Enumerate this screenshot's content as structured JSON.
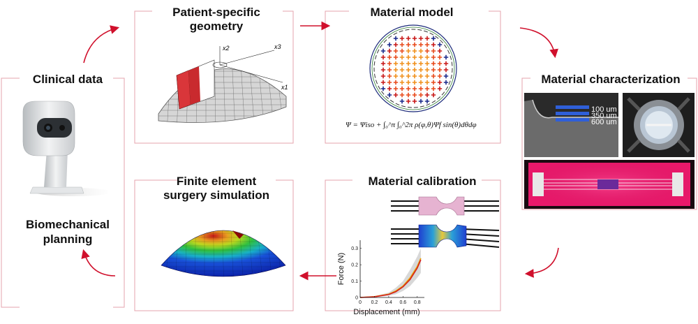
{
  "stages": {
    "clinical": {
      "title": "Clinical data"
    },
    "planning": {
      "title_line1": "Biomechanical",
      "title_line2": "planning"
    },
    "geometry": {
      "title_line1": "Patient-specific",
      "title_line2": "geometry",
      "axis_labels": {
        "x1": "x1",
        "x2": "x2",
        "x3": "x3"
      }
    },
    "model": {
      "title": "Material model",
      "equation": "Ψ = Ψiso + ∫₀^π ∫₀^2π ρ(φ,θ)Ψf sin(θ)dθdφ"
    },
    "characterization": {
      "title": "Material characterization",
      "scale_labels": [
        "100 um",
        "350 um",
        "600 um"
      ]
    },
    "calibration": {
      "title": "Material calibration"
    },
    "simulation": {
      "title_line1": "Finite element",
      "title_line2": "surgery simulation"
    }
  },
  "colors": {
    "accent": "#d0102c",
    "frame": "#e6a3ad"
  },
  "chart_data": {
    "type": "line",
    "xlabel": "Displacement (mm)",
    "ylabel": "Force (N)",
    "xlim": [
      0,
      0.9
    ],
    "ylim": [
      0,
      0.35
    ],
    "xticks": [
      "0",
      "0.2",
      "0.4",
      "0.6",
      "0.8"
    ],
    "yticks": [
      "0",
      "0.1",
      "0.2",
      "0.3"
    ],
    "series": [
      {
        "color": "#e8a300",
        "x": [
          0,
          0.2,
          0.4,
          0.5,
          0.6,
          0.7,
          0.8,
          0.85
        ],
        "y": [
          0,
          0.005,
          0.02,
          0.04,
          0.07,
          0.12,
          0.19,
          0.24
        ]
      },
      {
        "color": "#d42020",
        "x": [
          0,
          0.2,
          0.4,
          0.5,
          0.6,
          0.7,
          0.8,
          0.85
        ],
        "y": [
          0,
          0.004,
          0.018,
          0.035,
          0.065,
          0.11,
          0.18,
          0.23
        ]
      }
    ],
    "band": {
      "x": [
        0,
        0.2,
        0.4,
        0.5,
        0.6,
        0.7,
        0.8,
        0.85
      ],
      "low": [
        0,
        0.002,
        0.01,
        0.02,
        0.04,
        0.07,
        0.12,
        0.15
      ],
      "high": [
        0,
        0.008,
        0.03,
        0.06,
        0.1,
        0.17,
        0.25,
        0.3
      ]
    }
  }
}
